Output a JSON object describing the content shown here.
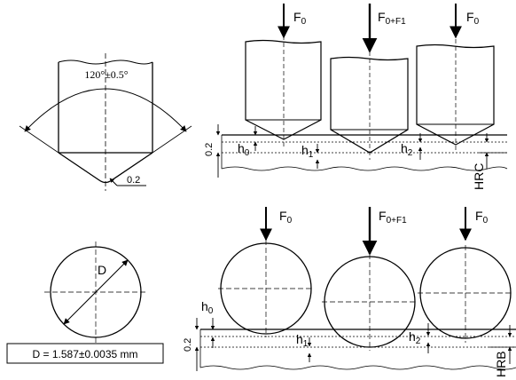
{
  "diagram": {
    "indenter_cone": {
      "angle_label": "120°±0.5°",
      "tip_radius_label": "0.2"
    },
    "indenter_ball": {
      "diameter_symbol": "D",
      "diameter_value": "D = 1.587±0.0035 mm"
    },
    "rockwell_c": {
      "loads": [
        "F",
        "F",
        "F"
      ],
      "load_subscripts": [
        "0",
        "0+F1",
        "0"
      ],
      "depth_labels": [
        "h",
        "h",
        "h"
      ],
      "depth_subscripts": [
        "0",
        "1",
        "2"
      ],
      "offset_label": "0.2",
      "scale_label": "HRC"
    },
    "rockwell_b": {
      "loads": [
        "F",
        "F",
        "F"
      ],
      "load_subscripts": [
        "0",
        "0+F1",
        "0"
      ],
      "depth_labels": [
        "h",
        "h",
        "h"
      ],
      "depth_subscripts": [
        "0",
        "1",
        "2"
      ],
      "offset_label": "0.2",
      "scale_label": "HRB"
    }
  }
}
